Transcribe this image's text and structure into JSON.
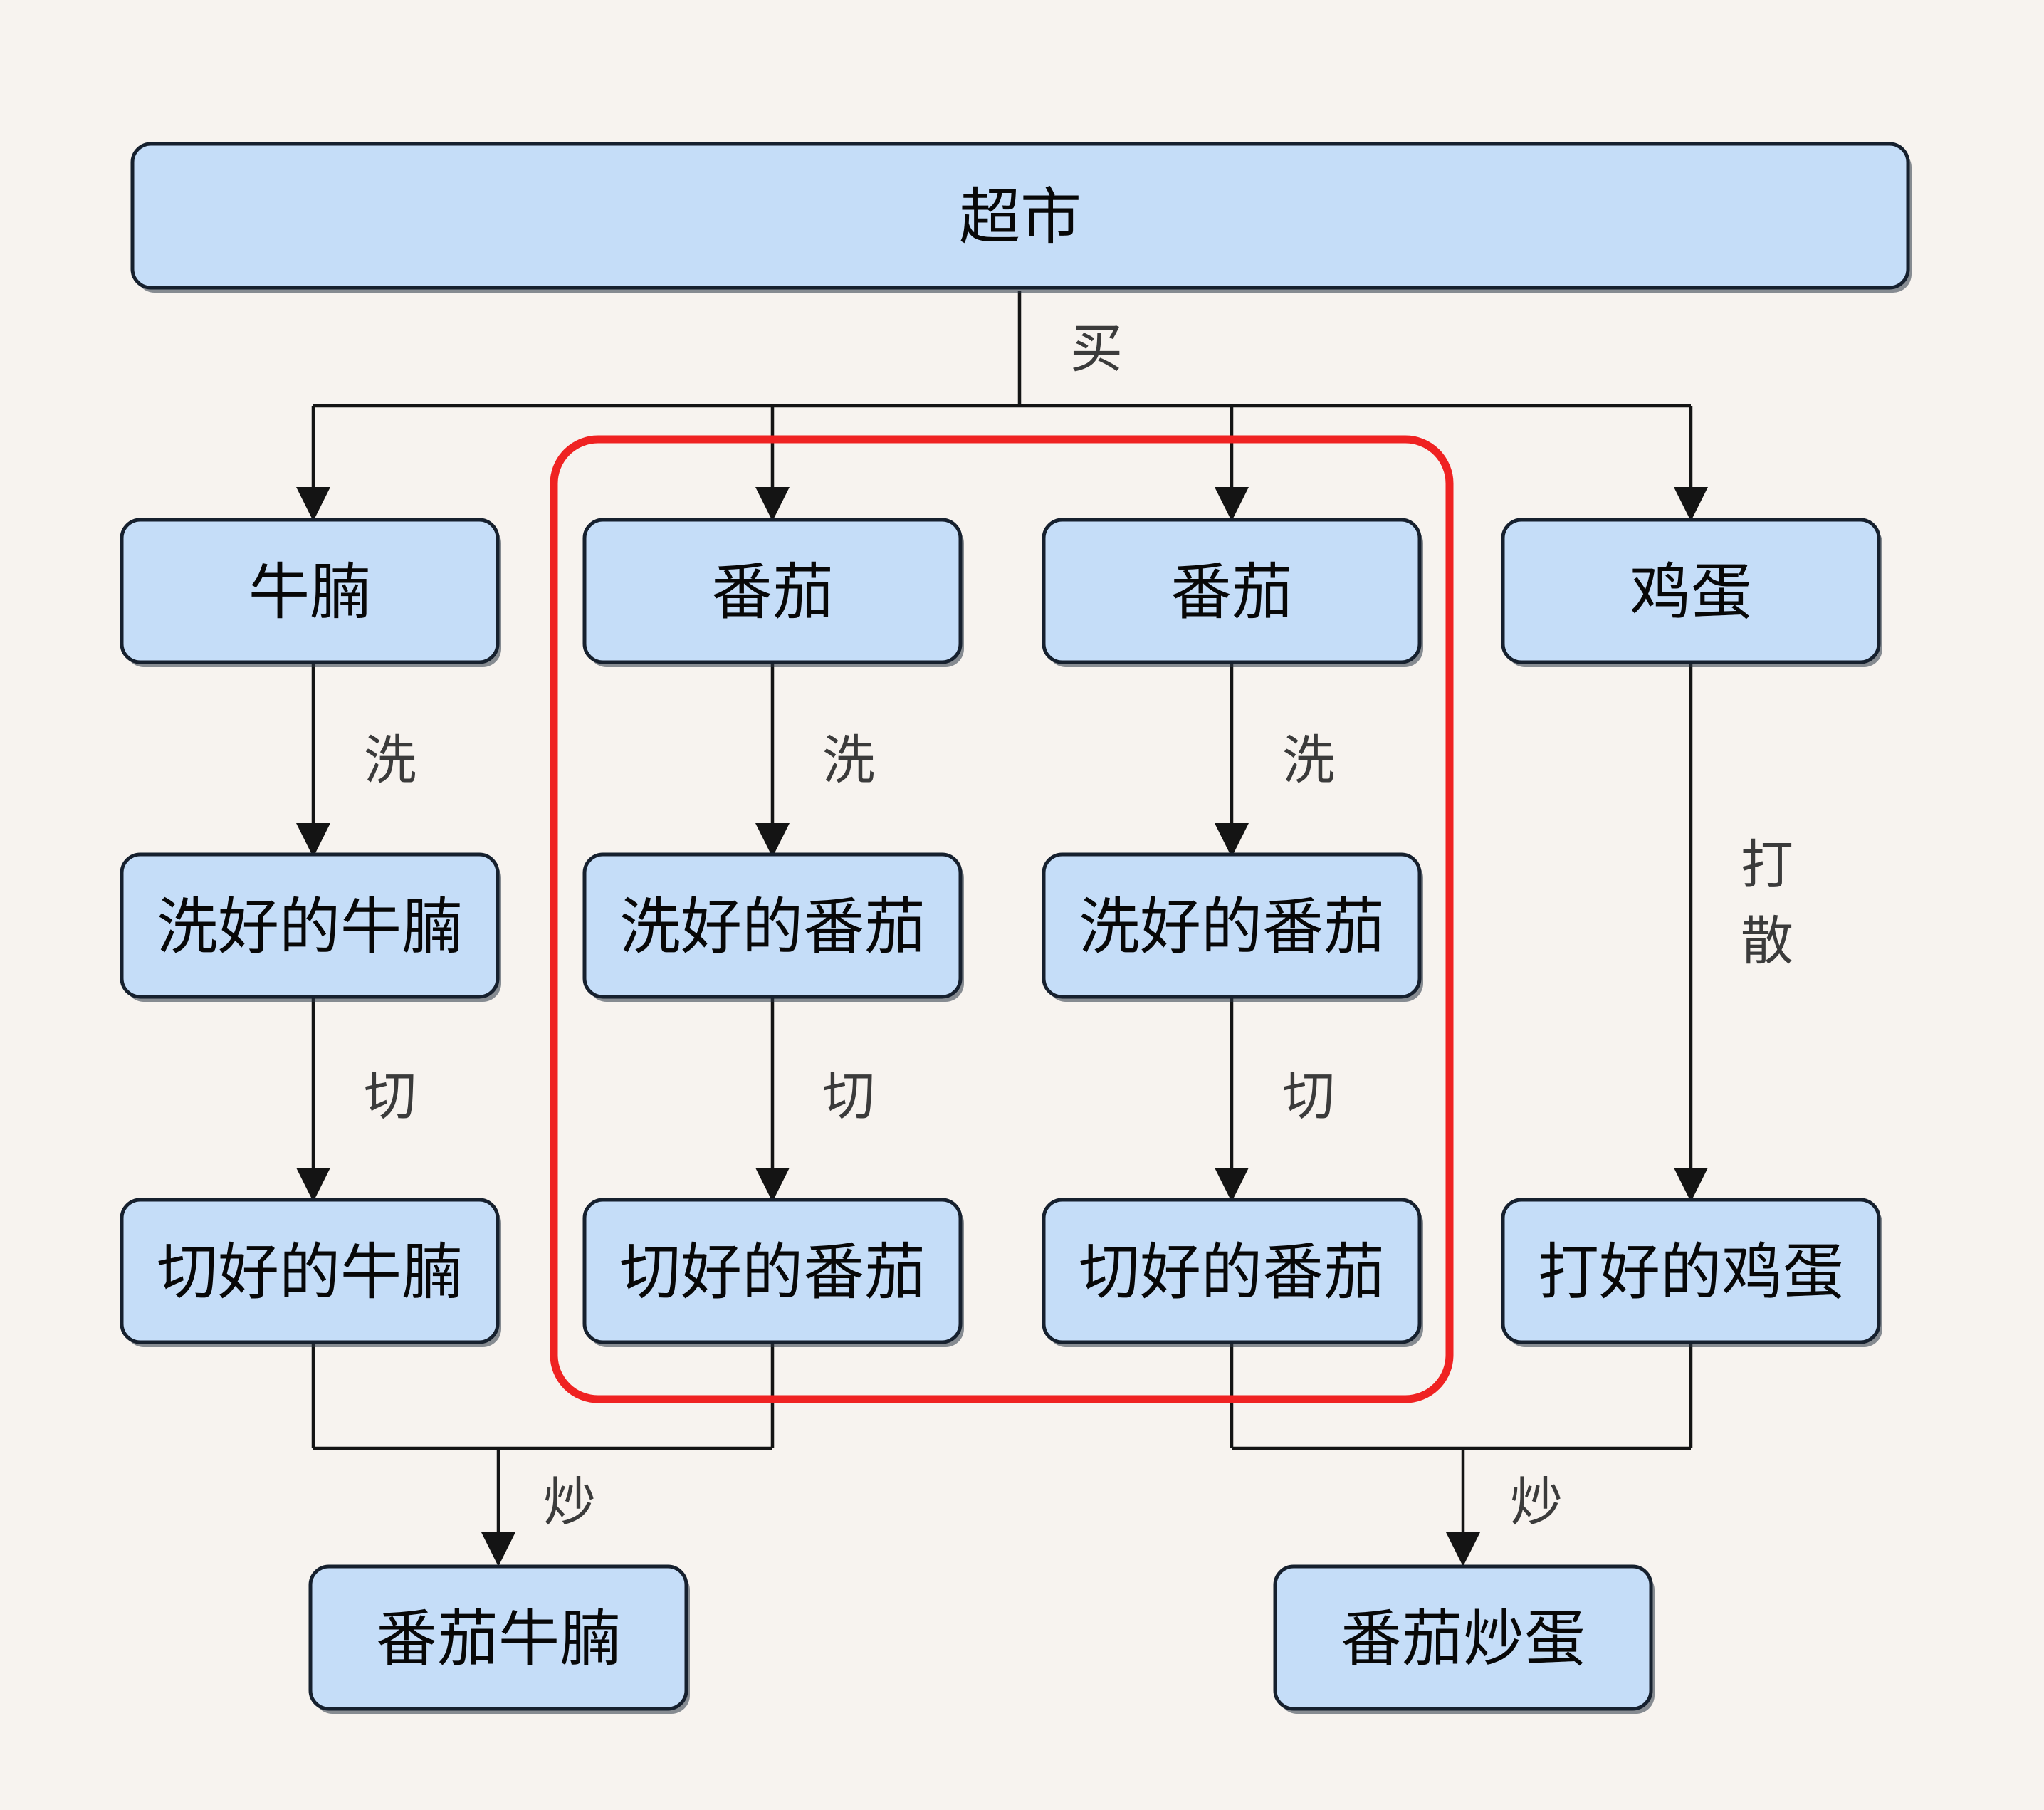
{
  "diagram": {
    "title_node": {
      "id": "supermarket",
      "label": "超市"
    },
    "colors": {
      "background": "#f7f3ef",
      "node_fill": "#c5ddf8",
      "node_border": "#16202e",
      "edge": "#141414",
      "edge_label": "#3b3b3b",
      "highlight": "#ef2222"
    },
    "nodes": [
      {
        "id": "supermarket",
        "label": "超市",
        "row": 0,
        "col": -1
      },
      {
        "id": "beef",
        "label": "牛腩",
        "row": 1,
        "col": 0
      },
      {
        "id": "tomato1",
        "label": "番茄",
        "row": 1,
        "col": 1
      },
      {
        "id": "tomato2",
        "label": "番茄",
        "row": 1,
        "col": 2
      },
      {
        "id": "egg",
        "label": "鸡蛋",
        "row": 1,
        "col": 3
      },
      {
        "id": "washed-beef",
        "label": "洗好的牛腩",
        "row": 2,
        "col": 0
      },
      {
        "id": "washed-tomato1",
        "label": "洗好的番茄",
        "row": 2,
        "col": 1
      },
      {
        "id": "washed-tomato2",
        "label": "洗好的番茄",
        "row": 2,
        "col": 2
      },
      {
        "id": "cut-beef",
        "label": "切好的牛腩",
        "row": 3,
        "col": 0
      },
      {
        "id": "cut-tomato1",
        "label": "切好的番茄",
        "row": 3,
        "col": 1
      },
      {
        "id": "cut-tomato2",
        "label": "切好的番茄",
        "row": 3,
        "col": 2
      },
      {
        "id": "beaten-egg",
        "label": "打好的鸡蛋",
        "row": 3,
        "col": 3
      },
      {
        "id": "tomato-beef",
        "label": "番茄牛腩",
        "row": 4,
        "col": 0
      },
      {
        "id": "tomato-egg",
        "label": "番茄炒蛋",
        "row": 4,
        "col": 2
      }
    ],
    "edge_labels": {
      "buy": "买",
      "wash_beef": "洗",
      "wash_tomato1": "洗",
      "wash_tomato2": "洗",
      "cut_beef": "切",
      "cut_tomato1": "切",
      "cut_tomato2": "切",
      "beat_egg_line1": "打",
      "beat_egg_line2": "散",
      "fry_left": "炒",
      "fry_right": "炒"
    },
    "edges": [
      {
        "from": "supermarket",
        "to": "beef",
        "label": "买"
      },
      {
        "from": "supermarket",
        "to": "tomato1",
        "label": "买"
      },
      {
        "from": "supermarket",
        "to": "tomato2",
        "label": "买"
      },
      {
        "from": "supermarket",
        "to": "egg",
        "label": "买"
      },
      {
        "from": "beef",
        "to": "washed-beef",
        "label": "洗"
      },
      {
        "from": "tomato1",
        "to": "washed-tomato1",
        "label": "洗"
      },
      {
        "from": "tomato2",
        "to": "washed-tomato2",
        "label": "洗"
      },
      {
        "from": "egg",
        "to": "beaten-egg",
        "label": "打散"
      },
      {
        "from": "washed-beef",
        "to": "cut-beef",
        "label": "切"
      },
      {
        "from": "washed-tomato1",
        "to": "cut-tomato1",
        "label": "切"
      },
      {
        "from": "washed-tomato2",
        "to": "cut-tomato2",
        "label": "切"
      },
      {
        "from": "cut-beef",
        "to": "tomato-beef",
        "label": "炒"
      },
      {
        "from": "cut-tomato1",
        "to": "tomato-beef",
        "label": "炒"
      },
      {
        "from": "cut-tomato2",
        "to": "tomato-egg",
        "label": "炒"
      },
      {
        "from": "beaten-egg",
        "to": "tomato-egg",
        "label": "炒"
      }
    ],
    "highlight_group": {
      "name": "tomato-branch-highlight",
      "members": [
        "tomato1",
        "tomato2",
        "washed-tomato1",
        "washed-tomato2",
        "cut-tomato1",
        "cut-tomato2"
      ]
    }
  }
}
